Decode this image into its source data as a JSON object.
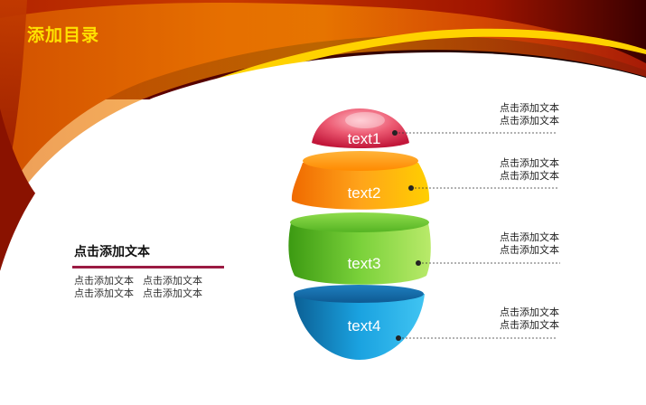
{
  "title": "添加目录",
  "left_panel": {
    "heading": "点击添加文本",
    "lines": [
      [
        "点击添加文本",
        "点击添加文本"
      ],
      [
        "点击添加文本",
        "点击添加文本"
      ]
    ]
  },
  "segments": [
    {
      "label": "text1",
      "color": "#e8536c"
    },
    {
      "label": "text2",
      "color": "#ff9a1a"
    },
    {
      "label": "text3",
      "color": "#6cc32f"
    },
    {
      "label": "text4",
      "color": "#1a9fdd"
    }
  ],
  "callouts": [
    {
      "line1": "点击添加文本",
      "line2": "点击添加文本"
    },
    {
      "line1": "点击添加文本",
      "line2": "点击添加文本"
    },
    {
      "line1": "点击添加文本",
      "line2": "点击添加文本"
    },
    {
      "line1": "点击添加文本",
      "line2": "点击添加文本"
    }
  ],
  "colors": {
    "title": "#ffe100",
    "accent_rule": "#9b1b43",
    "swoosh_dark": "#8a1200",
    "swoosh_light": "#ffd200"
  }
}
